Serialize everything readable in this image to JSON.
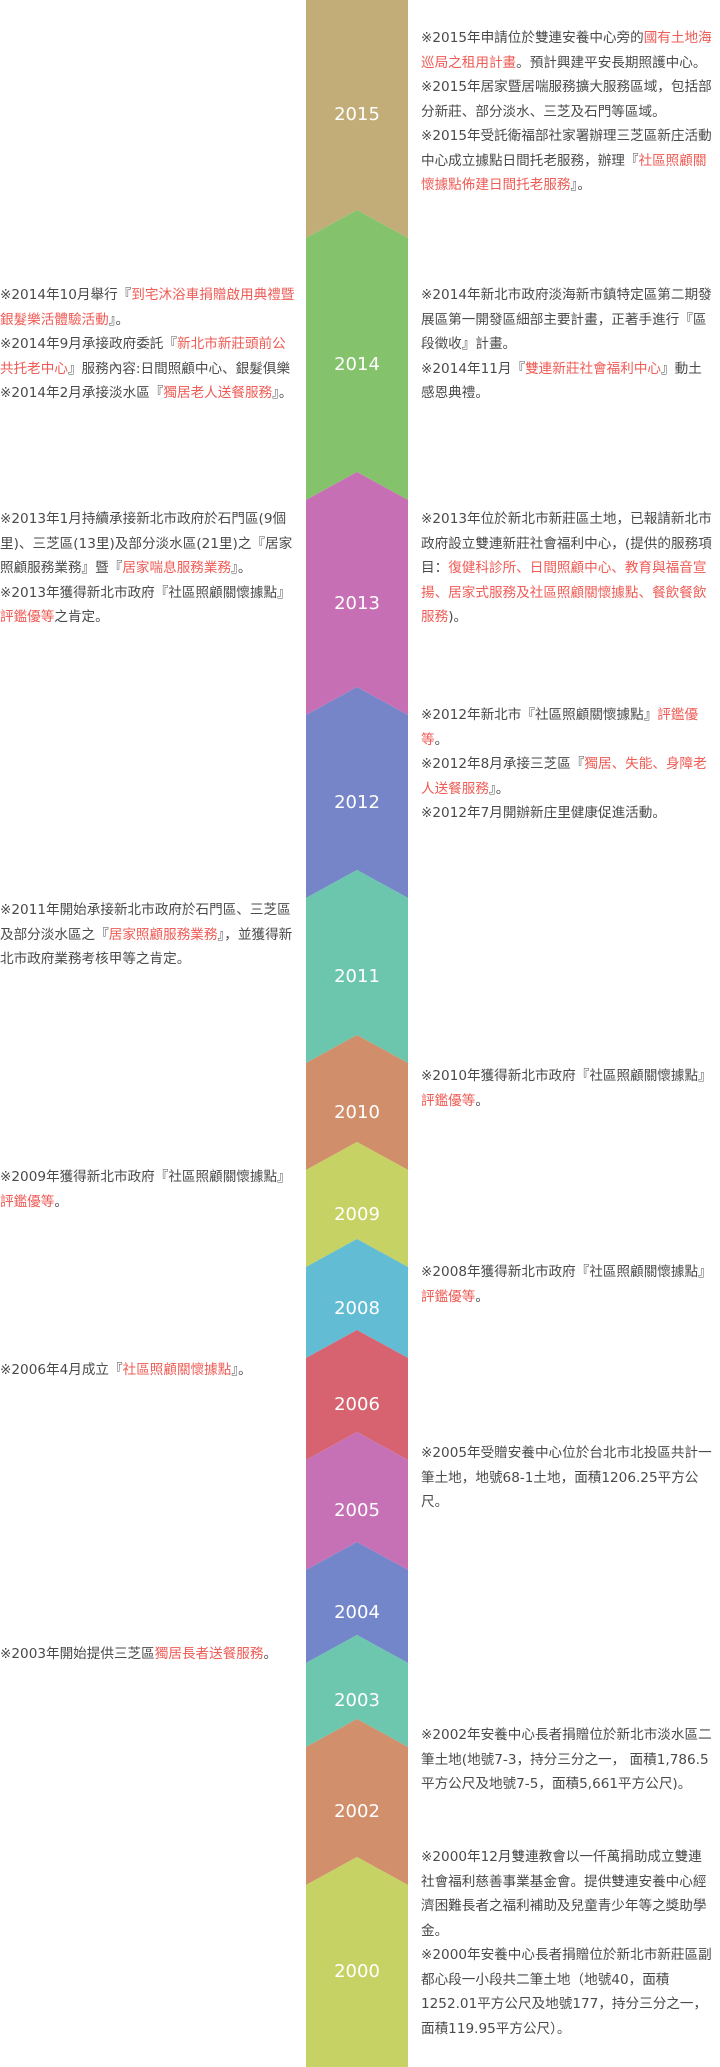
{
  "timeline": [
    {
      "year": "2015",
      "color": "#c2ad78",
      "left": [],
      "right": [
        [
          {
            "t": "※2015年申請位於雙連安養中心旁的"
          },
          {
            "t": "國有土地海巡局之租用計畫",
            "hl": true
          },
          {
            "t": "。預計興建平安長期照護中心。"
          }
        ],
        [
          {
            "t": "※2015年居家暨居喘服務擴大服務區域，包括部分新莊、部分淡水、三芝及石門等區域。"
          }
        ],
        [
          {
            "t": "※2015年受託衛福部社家署辦理三芝區新庄活動中心成立據點日間托老服務，辦理『"
          },
          {
            "t": "社區照顧關懷據點佈建日間托老服務",
            "hl": true
          },
          {
            "t": "』。"
          }
        ]
      ]
    },
    {
      "year": "2014",
      "color": "#85c26c",
      "left": [
        [
          {
            "t": "※2014年10月舉行『"
          },
          {
            "t": "到宅沐浴車捐贈啟用典禮暨銀髮樂活體驗活動",
            "hl": true
          },
          {
            "t": "』。"
          }
        ],
        [
          {
            "t": "※2014年9月承接政府委託『"
          },
          {
            "t": "新北市新莊頭前公共托老中心",
            "hl": true
          },
          {
            "t": "』服務內容:日間照顧中心、銀髮俱樂"
          }
        ],
        [
          {
            "t": "※2014年2月承接淡水區『"
          },
          {
            "t": "獨居老人送餐服務",
            "hl": true
          },
          {
            "t": "』。"
          }
        ]
      ],
      "right": [
        [
          {
            "t": "※2014年新北市政府淡海新市鎮特定區第二期發展區第一開發區細部主要計畫，正著手進行『區段徵收』計畫。"
          }
        ],
        [
          {
            "t": "※2014年11月『"
          },
          {
            "t": "雙連新莊社會福利中心",
            "hl": true
          },
          {
            "t": "』動土感恩典禮。"
          }
        ]
      ]
    },
    {
      "year": "2013",
      "color": "#c76fb4",
      "left": [
        [
          {
            "t": "※2013年1月持續承接新北市政府於石門區(9個里)、三芝區(13里)及部分淡水區(21里)之『居家照顧服務業務』暨『"
          },
          {
            "t": "居家喘息服務業務",
            "hl": true
          },
          {
            "t": "』。"
          }
        ],
        [
          {
            "t": "※2013年獲得新北市政府『社區照顧關懷據點』"
          },
          {
            "t": "評鑑優等",
            "hl": true
          },
          {
            "t": "之肯定。"
          }
        ]
      ],
      "right": [
        [
          {
            "t": "※2013年位於新北市新莊區土地，已報請新北市政府設立雙連新莊社會福利中心，(提供的服務項目："
          },
          {
            "t": "復健科診所、日間照顧中心、教育與福音宣揚、居家式服務及社區照顧關懷據點、餐飲餐飲服務",
            "hl": true
          },
          {
            "t": ")。"
          }
        ]
      ]
    },
    {
      "year": "2012",
      "color": "#7685c8",
      "left": [],
      "right": [
        [
          {
            "t": "※2012年新北市『社區照顧關懷據點』"
          },
          {
            "t": "評鑑優等",
            "hl": true
          },
          {
            "t": "。"
          }
        ],
        [
          {
            "t": "※2012年8月承接三芝區『"
          },
          {
            "t": "獨居、失能、身障老人送餐服務",
            "hl": true
          },
          {
            "t": "』。"
          }
        ],
        [
          {
            "t": "※2012年7月開辦新庄里健康促進活動。"
          }
        ]
      ]
    },
    {
      "year": "2011",
      "color": "#6cc5ad",
      "left": [
        [
          {
            "t": "※2011年開始承接新北市政府於石門區、三芝區及部分淡水區之『"
          },
          {
            "t": "居家照顧服務業務",
            "hl": true
          },
          {
            "t": "』，並獲得新北市政府業務考核甲等之肯定。"
          }
        ]
      ],
      "right": []
    },
    {
      "year": "2010",
      "color": "#d08f6a",
      "left": [],
      "right": [
        [
          {
            "t": "※2010年獲得新北市政府『社區照顧關懷據點』"
          },
          {
            "t": "評鑑優等",
            "hl": true
          },
          {
            "t": "。"
          }
        ]
      ]
    },
    {
      "year": "2009",
      "color": "#c6d264",
      "left": [
        [
          {
            "t": "※2009年獲得新北市政府『社區照顧關懷據點』"
          },
          {
            "t": "評鑑優等",
            "hl": true
          },
          {
            "t": "。"
          }
        ]
      ],
      "right": []
    },
    {
      "year": "2008",
      "color": "#62bcd4",
      "left": [],
      "right": [
        [
          {
            "t": "※2008年獲得新北市政府『社區照顧關懷據點』"
          },
          {
            "t": "評鑑優等",
            "hl": true
          },
          {
            "t": "。"
          }
        ]
      ]
    },
    {
      "year": "2006",
      "color": "#d76370",
      "left": [
        [
          {
            "t": "※2006年4月成立『"
          },
          {
            "t": "社區照顧關懷據點",
            "hl": true
          },
          {
            "t": "』。"
          }
        ]
      ],
      "right": []
    },
    {
      "year": "2005",
      "color": "#c670b6",
      "left": [],
      "right": [
        [
          {
            "t": "※2005年受贈安養中心位於台北市北投區共計一筆土地，地號68-1土地，面積1206.25平方公尺。"
          }
        ]
      ]
    },
    {
      "year": "2004",
      "color": "#7386c9",
      "left": [],
      "right": []
    },
    {
      "year": "2003",
      "color": "#6cc7ae",
      "left": [
        [
          {
            "t": "※2003年開始提供三芝區"
          },
          {
            "t": "獨居長者送餐服務",
            "hl": true
          },
          {
            "t": "。"
          }
        ]
      ],
      "right": []
    },
    {
      "year": "2002",
      "color": "#d18f6b",
      "left": [],
      "right": [
        [
          {
            "t": "※2002年安養中心長者捐贈位於新北市淡水區二筆土地(地號7-3，持分三分之一， 面積1,786.5平方公尺及地號7-5，面積5,661平方公尺)。"
          }
        ]
      ]
    },
    {
      "year": "2000",
      "color": "#c6d264",
      "left": [],
      "right": [
        [
          {
            "t": "※2000年12月雙連教會以一仟萬捐助成立雙連社會福利慈善事業基金會。提供雙連安養中心經濟困難長者之福利補助及兒童青少年等之獎助學金。"
          }
        ],
        [
          {
            "t": "※2000年安養中心長者捐贈位於新北市新莊區副都心段一小段共二筆土地（地號40，面積1252.01平方公尺及地號177，持分三分之一，面積119.95平方公尺）。"
          }
        ]
      ]
    }
  ]
}
